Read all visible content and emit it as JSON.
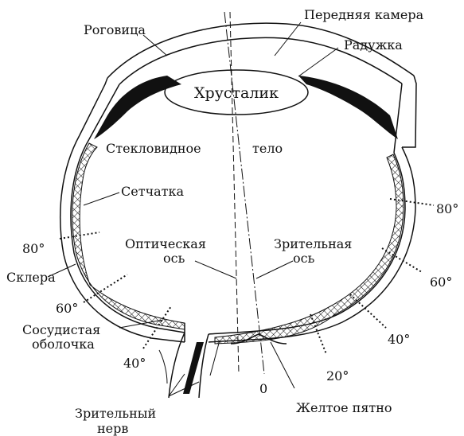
{
  "diagram": {
    "labels": {
      "cornea": "Роговица",
      "anterior_chamber": "Передняя камера",
      "iris": "Радужка",
      "lens": "Хрусталик",
      "vitreous_1": "Стекловидное",
      "vitreous_2": "тело",
      "retina": "Сетчатка",
      "sclera": "Склера",
      "choroid_1": "Сосудистая",
      "choroid_2": "оболочка",
      "optic_axis_1": "Оптическая",
      "optic_axis_2": "ось",
      "visual_axis_1": "Зрительная",
      "visual_axis_2": "ось",
      "optic_nerve_1": "Зрительный",
      "optic_nerve_2": "нерв",
      "macula": "Желтое пятно"
    },
    "angles_left": [
      "80°",
      "60°",
      "40°"
    ],
    "angles_right": [
      "80°",
      "60°",
      "40°",
      "20°",
      "0"
    ]
  }
}
